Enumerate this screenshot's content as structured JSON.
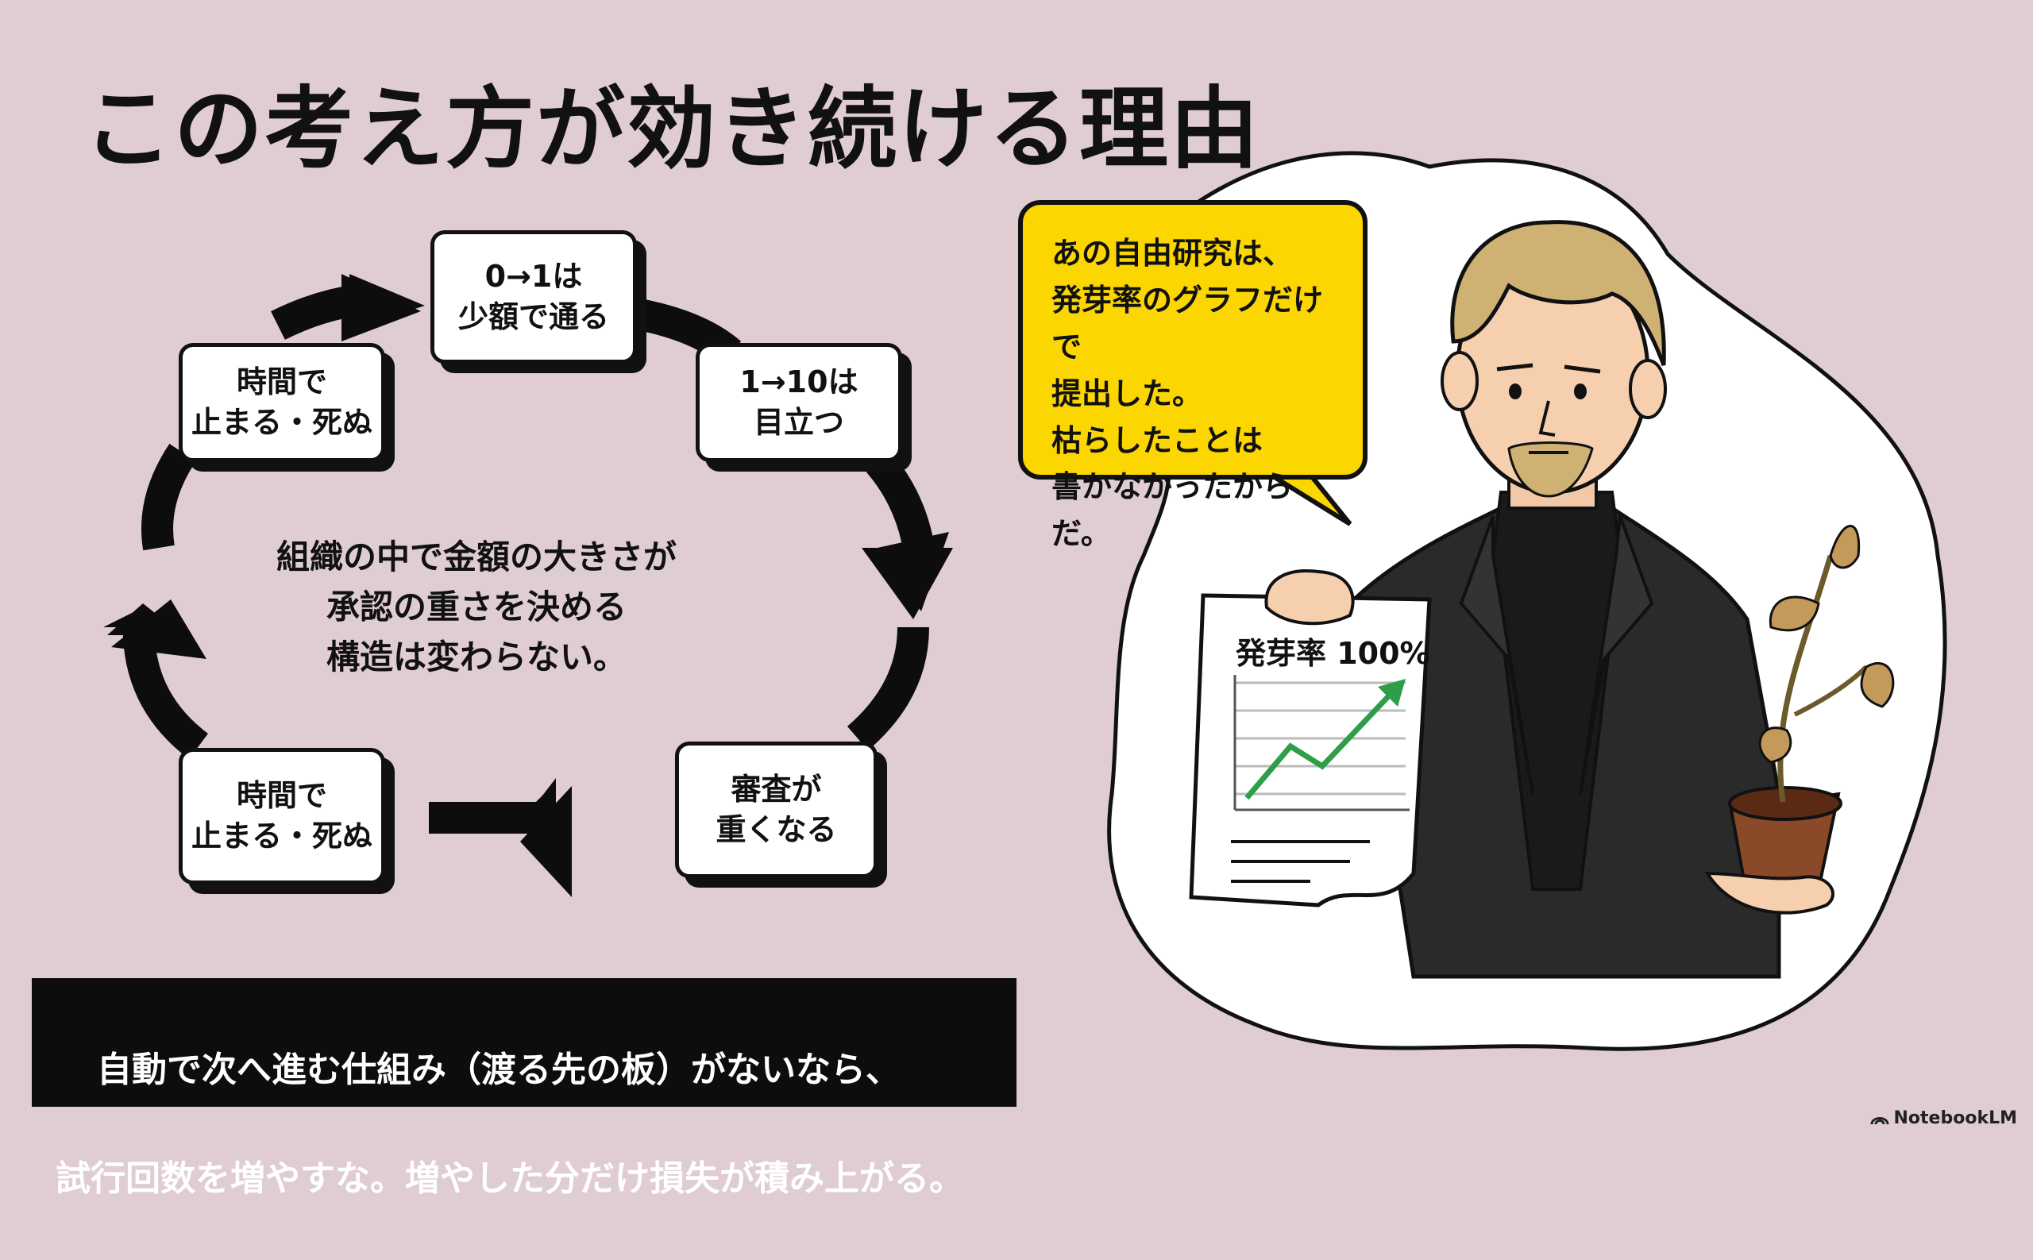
{
  "title": "この考え方が効き続ける理由",
  "cycle": {
    "nodes": [
      {
        "id": "top",
        "text": "0→1は\n少額で通る"
      },
      {
        "id": "right-top",
        "text": "1→10は\n目立つ"
      },
      {
        "id": "right-bottom",
        "text": "審査が\n重くなる"
      },
      {
        "id": "left-bottom",
        "text": "時間で\n止まる・死ぬ"
      },
      {
        "id": "left-top",
        "text": "時間で\n止まる・死ぬ"
      }
    ],
    "center_text": "組織の中で金額の大きさが\n承認の重さを決める\n構造は変わらない。"
  },
  "banner": {
    "line1": "自動で次へ進む仕組み（渡る先の板）がないなら、",
    "line2": "試行回数を増やすな。増やした分だけ損失が積み上がる。"
  },
  "speech_bubble": "あの自由研究は、\n発芽率のグラフだけで\n提出した。\n枯らしたことは\n書かなかったからだ。",
  "document_title": "発芽率 100%",
  "credit": "NotebookLM",
  "colors": {
    "background": "#dfcdd1",
    "bubble": "#fbd600",
    "chart_line": "#2e9e48",
    "ink": "#111111"
  }
}
